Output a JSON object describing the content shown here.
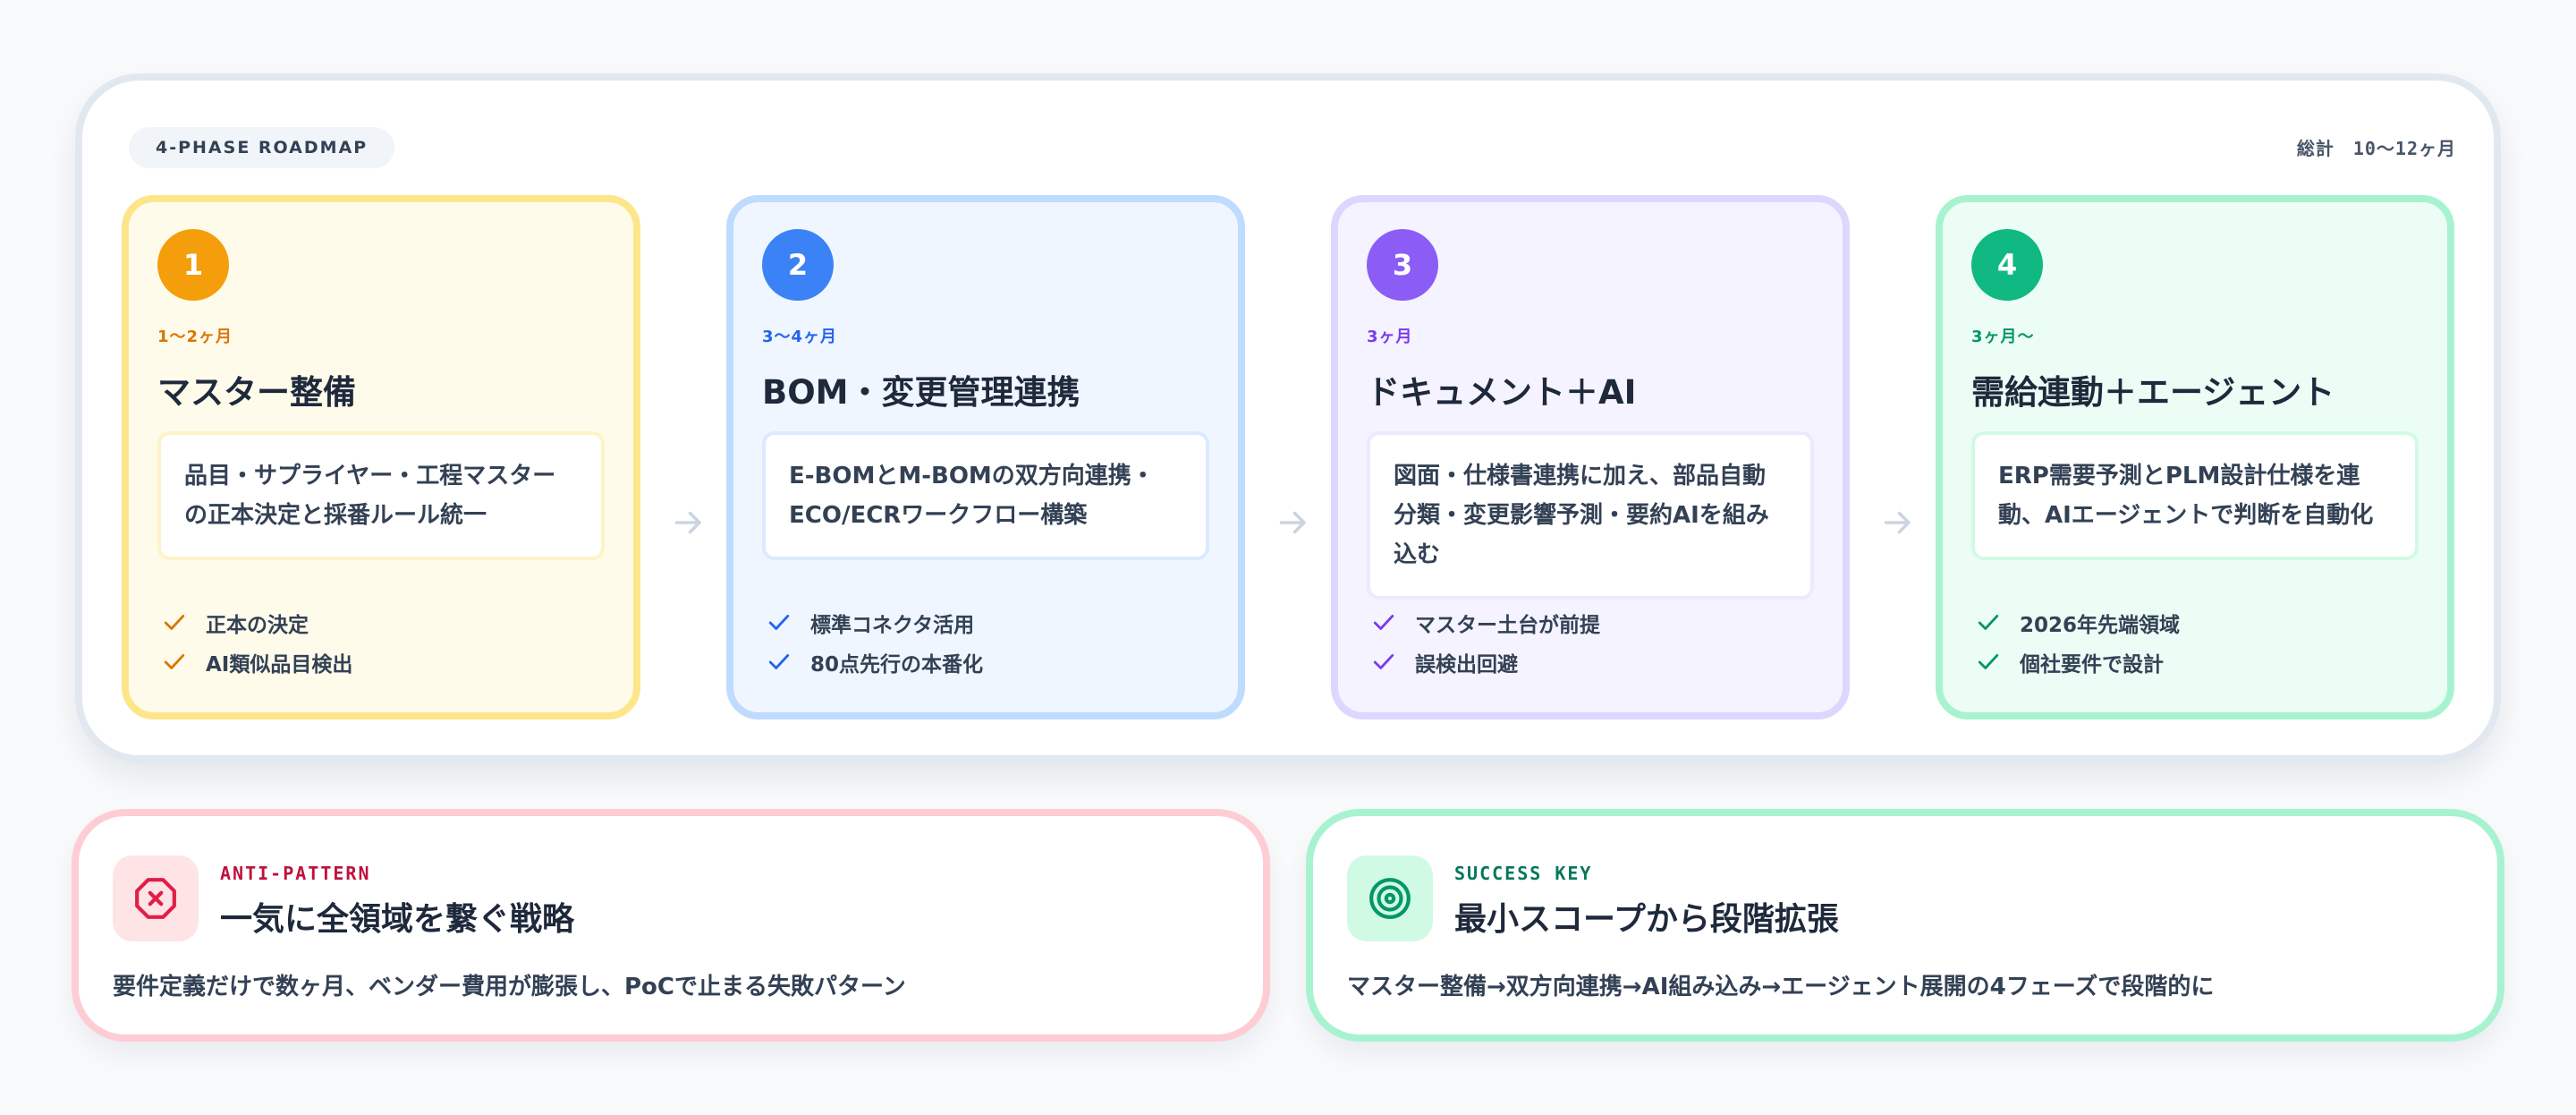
{
  "roadmap": {
    "badge": "4-PHASE ROADMAP",
    "total": "総計　10〜12ヶ月",
    "phases": [
      {
        "number": "1",
        "duration": "1〜2ヶ月",
        "title": "マスター整備",
        "description": "品目・サプライヤー・工程マスターの正本決定と採番ルール統一",
        "checks": [
          "正本の決定",
          "AI類似品目検出"
        ],
        "colors": {
          "accent": "#f59e0b",
          "duration": "#d97706",
          "border": "#fde68a",
          "bg": "#fffbeb",
          "desc_border": "#fef3c7",
          "check": "#d97706"
        }
      },
      {
        "number": "2",
        "duration": "3〜4ヶ月",
        "title": "BOM・変更管理連携",
        "description": "E-BOMとM-BOMの双方向連携・ECO/ECRワークフロー構築",
        "checks": [
          "標準コネクタ活用",
          "80点先行の本番化"
        ],
        "colors": {
          "accent": "#3b82f6",
          "duration": "#2563eb",
          "border": "#bfdbfe",
          "bg": "#eff6ff",
          "desc_border": "#dbeafe",
          "check": "#2563eb"
        }
      },
      {
        "number": "3",
        "duration": "3ヶ月",
        "title": "ドキュメント＋AI",
        "description": "図面・仕様書連携に加え、部品自動分類・変更影響予測・要約AIを組み込む",
        "checks": [
          "マスター土台が前提",
          "誤検出回避"
        ],
        "colors": {
          "accent": "#8b5cf6",
          "duration": "#7c3aed",
          "border": "#ddd6fe",
          "bg": "#f5f3ff",
          "desc_border": "#ede9fe",
          "check": "#7c3aed"
        }
      },
      {
        "number": "4",
        "duration": "3ヶ月〜",
        "title": "需給連動＋エージェント",
        "description": "ERP需要予測とPLM設計仕様を連動、AIエージェントで判断を自動化",
        "checks": [
          "2026年先端領域",
          "個社要件で設計"
        ],
        "colors": {
          "accent": "#10b981",
          "duration": "#059669",
          "border": "#a7f3d0",
          "bg": "#ecfdf5",
          "desc_border": "#d1fae5",
          "check": "#059669"
        }
      }
    ],
    "arrow_icon": "arrow-right-icon"
  },
  "anti_pattern": {
    "kicker": "ANTI-PATTERN",
    "title": "一気に全領域を繋ぐ戦略",
    "description": "要件定義だけで数ヶ月、ベンダー費用が膨張し、PoCで止まる失敗パターン",
    "icon": "stop-x-icon",
    "colors": {
      "accent": "#e11d48",
      "kicker": "#be123c",
      "border": "#fecdd3",
      "icon_bg": "#ffe4e6"
    }
  },
  "success_key": {
    "kicker": "SUCCESS KEY",
    "title": "最小スコープから段階拡張",
    "description": "マスター整備→双方向連携→AI組み込み→エージェント展開の4フェーズで段階的に",
    "icon": "target-icon",
    "colors": {
      "accent": "#059669",
      "kicker": "#047857",
      "border": "#a7f3d0",
      "icon_bg": "#d1fae5"
    }
  }
}
